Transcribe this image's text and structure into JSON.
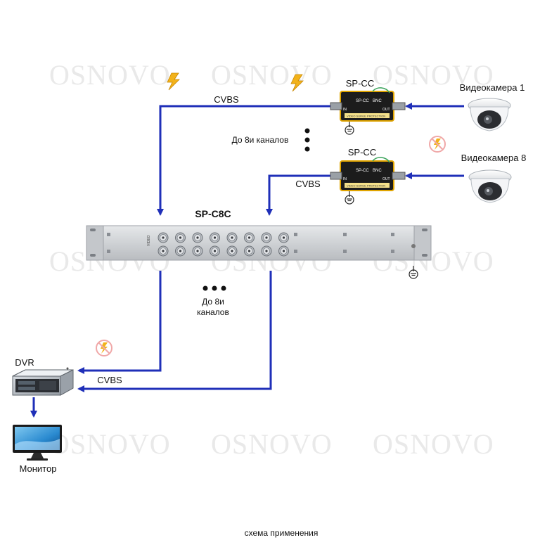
{
  "watermark": {
    "brand": "OSNOVO"
  },
  "devices": {
    "surge_protector_top": {
      "label": "SP-CC",
      "marks": [
        "SP-CC",
        "BNC",
        "IN",
        "OUT",
        "VIDEO SURGE PROTECTION"
      ]
    },
    "surge_protector_bottom": {
      "label": "SP-CC",
      "marks": [
        "SP-CC",
        "BNC",
        "IN",
        "OUT",
        "VIDEO SURGE PROTECTION"
      ]
    },
    "rack_unit": {
      "label": "SP-C8C",
      "panel_mark": "VIDEO"
    },
    "camera_1": {
      "label": "Видеокамера 1"
    },
    "camera_8": {
      "label": "Видеокамера 8"
    },
    "dvr": {
      "label": "DVR"
    },
    "monitor": {
      "label": "Монитор"
    }
  },
  "signals": {
    "cvbs_top": "CVBS",
    "cvbs_mid": "CVBS",
    "cvbs_bottom": "CVBS",
    "channels_top": "До 8и каналов",
    "channels_mid_line1": "До 8и",
    "channels_mid_line2": "каналов"
  },
  "caption": "схема применения",
  "colors": {
    "signal_line": "#1f2fb8",
    "lightning": "#f2b21a",
    "no_surge_circle": "#f0a8a8",
    "panel": "#d4d6d9",
    "protector_body": "#1c1c1c",
    "protector_trim": "#e0a400"
  },
  "icons": [
    "lightning-icon",
    "no-surge-icon",
    "ground-icon",
    "camera-icon",
    "dvr-icon",
    "monitor-icon",
    "ellipsis-icon"
  ]
}
